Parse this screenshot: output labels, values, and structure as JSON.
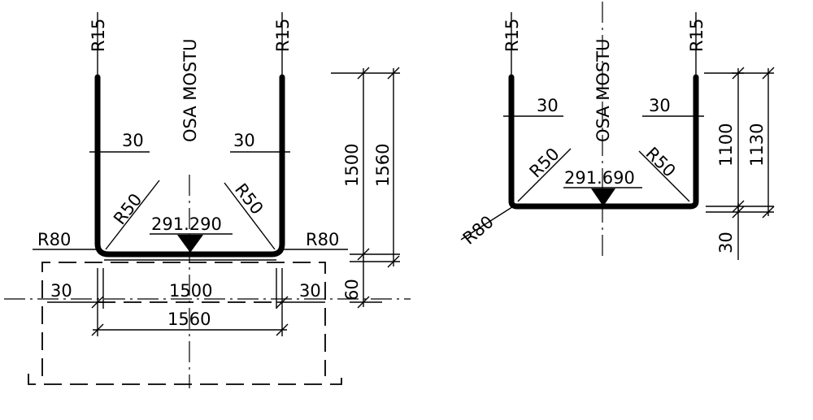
{
  "left_section": {
    "r15_left": "R15",
    "r15_right": "R15",
    "axis_label": "OSA MOSTU",
    "dim_30_top_left": "30",
    "dim_30_top_right": "30",
    "r50_left": "R50",
    "r50_right": "R50",
    "level": "291.290",
    "r80_left": "R80",
    "r80_right": "R80",
    "dim_1500_vertical": "1500",
    "dim_1560_vertical": "1560",
    "dim_30_bottom_left": "30",
    "dim_30_bottom_right": "30",
    "dim_1500_horizontal": "1500",
    "dim_1560_horizontal": "1560",
    "dim_60": "60"
  },
  "right_section": {
    "r15_left": "R15",
    "r15_right": "R15",
    "axis_label": "OSA MOSTU",
    "dim_30_left": "30",
    "dim_30_right": "30",
    "r50_left": "R50",
    "r50_right": "R50",
    "level": "291.690",
    "r80": "R80",
    "dim_1100": "1100",
    "dim_1130": "1130",
    "dim_30_vertical": "30"
  }
}
